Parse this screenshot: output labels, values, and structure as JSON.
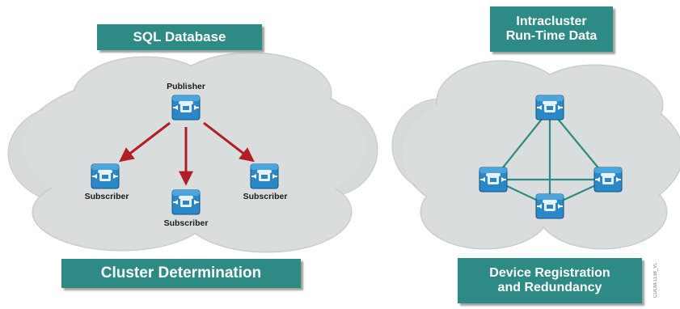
{
  "left_panel": {
    "title": "SQL Database",
    "caption": "Cluster Determination",
    "publisher_label": "Publisher",
    "subscriber_labels": [
      "Subscriber",
      "Subscriber",
      "Subscriber"
    ]
  },
  "right_panel": {
    "title_line1": "Intracluster",
    "title_line2": "Run-Time Data",
    "caption_line1": "Device Registration",
    "caption_line2": "and Redundancy"
  },
  "colors": {
    "label_box": "#2e8a84",
    "cloud": "#d7dadb",
    "node_body": "#2a87c8",
    "arrow": "#b11f24",
    "mesh_link": "#2e8a84"
  },
  "icons": {
    "node": "call-manager-server-icon",
    "cloud": "cloud-shape"
  },
  "watermark": "CUCM-1138_VL"
}
